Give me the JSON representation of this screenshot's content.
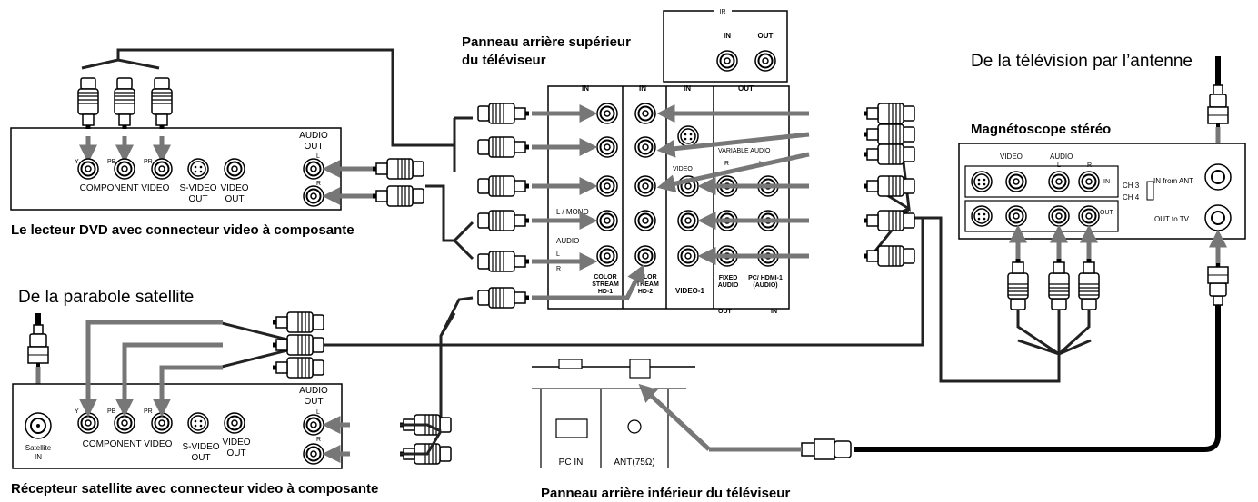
{
  "labels": {
    "tv_upper_panel_line1": "Panneau arrière supérieur",
    "tv_upper_panel_line2": "du téléviseur",
    "from_antenna": "De la télévision par l’antenne",
    "vcr_title": "Magnétoscope stéréo",
    "dvd_title": "Le lecteur DVD avec connecteur video à composante",
    "from_satellite": "De la parabole satellite",
    "sat_title": "Récepteur satellite avec connecteur video à composante",
    "tv_lower_panel": "Panneau arrière inférieur du téléviseur"
  },
  "ir_panel": {
    "title": "IR",
    "in": "IN",
    "out": "OUT"
  },
  "tv_panel": {
    "in1": "IN",
    "in2": "IN",
    "in3": "IN",
    "out": "OUT",
    "variable_audio": "VARIABLE AUDIO",
    "r": "R",
    "l": "L",
    "l_mono": "L / MONO",
    "audio": "AUDIO",
    "l2": "L",
    "r2": "R",
    "video_short": "VIDEO",
    "cs1": "COLOR STREAM HD-1",
    "cs2": "COLOR STREAM HD-2",
    "video1": "VIDEO-1",
    "fixed_audio": "FIXED AUDIO",
    "pc_hdmi": "PC/ HDMI-1 (AUDIO)",
    "bottom_out": "OUT",
    "bottom_in": "IN"
  },
  "dvd": {
    "y": "Y",
    "pb": "PB",
    "pr": "PR",
    "component_video": "COMPONENT VIDEO",
    "svideo": "S-VIDEO",
    "svideo_out": "OUT",
    "video": "VIDEO",
    "video_out": "OUT",
    "audio_out": "AUDIO",
    "audio_out2": "OUT",
    "l": "L",
    "r": "R"
  },
  "sat": {
    "satellite": "Satellite",
    "in": "IN",
    "y": "Y",
    "pb": "PB",
    "pr": "PR",
    "component_video": "COMPONENT VIDEO",
    "svideo": "S-VIDEO",
    "svideo_out": "OUT",
    "video": "VIDEO",
    "video_out": "OUT",
    "audio": "AUDIO",
    "audio_out": "OUT",
    "l": "L",
    "r": "R"
  },
  "vcr": {
    "video": "VIDEO",
    "audio": "AUDIO",
    "l": "L",
    "r": "R",
    "in": "IN",
    "out": "OUT",
    "ch3": "CH 3",
    "ch4": "CH 4",
    "in_from_ant": "IN from ANT",
    "out_to_tv": "OUT to TV"
  },
  "lower_panel": {
    "pc_in": "PC IN",
    "ant": "ANT(75Ω)"
  }
}
